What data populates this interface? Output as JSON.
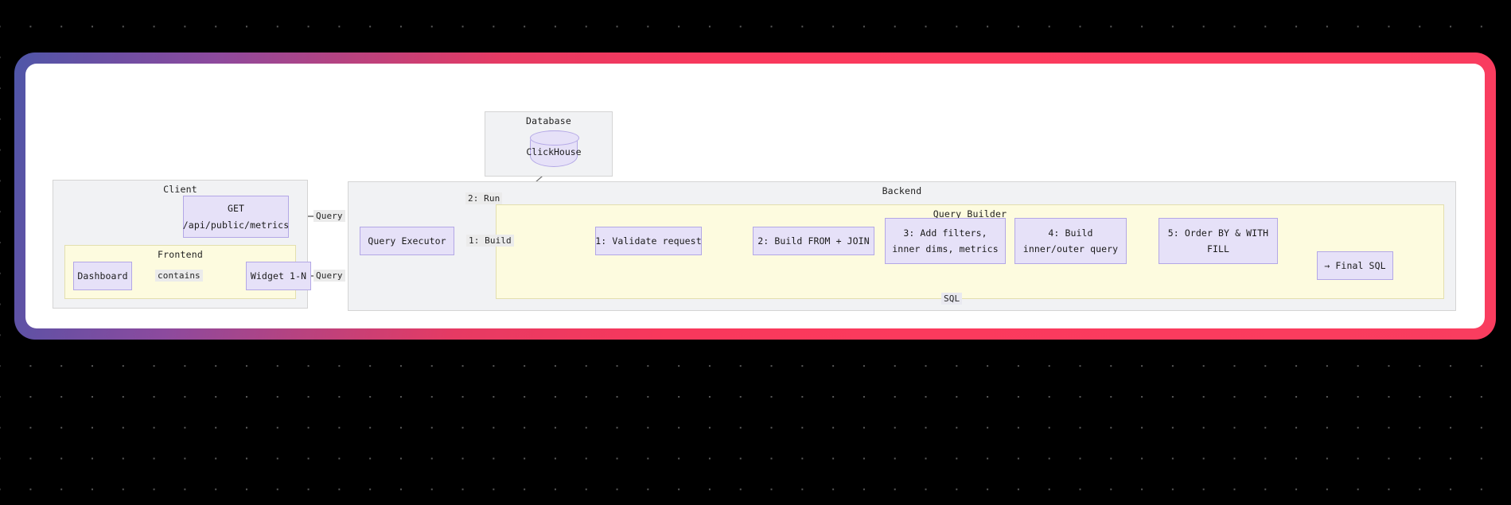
{
  "background": {
    "color": "#000000",
    "dot_color": "#5a5a5a"
  },
  "frame": {
    "gradient_start": "#4f56a8",
    "gradient_mid": "#b8427f",
    "gradient_end": "#f93d5f",
    "card_color": "#ffffff"
  },
  "diagram": {
    "type": "sequence-component-diagram",
    "node_fill": "#e6e1f8",
    "node_border": "#b3a7e6",
    "clusters": [
      {
        "id": "database",
        "label": "Database",
        "style": "grey"
      },
      {
        "id": "client",
        "label": "Client",
        "style": "grey"
      },
      {
        "id": "frontend",
        "label": "Frontend",
        "style": "yellow"
      },
      {
        "id": "backend",
        "label": "Backend",
        "style": "grey"
      },
      {
        "id": "query_builder",
        "label": "Query Builder",
        "style": "yellow"
      }
    ],
    "nodes": {
      "clickhouse": {
        "label": "ClickHouse",
        "shape": "cylinder",
        "cluster": "database"
      },
      "get_metrics": {
        "line1": "GET",
        "line2": "/api/public/metrics",
        "cluster": "client"
      },
      "dashboard": {
        "label": "Dashboard",
        "cluster": "frontend"
      },
      "widget": {
        "label": "Widget 1-N",
        "cluster": "frontend"
      },
      "query_executor": {
        "label": "Query Executor",
        "cluster": "backend"
      },
      "step1": {
        "label": "1: Validate request",
        "cluster": "query_builder"
      },
      "step2": {
        "label": "2: Build FROM + JOIN",
        "cluster": "query_builder"
      },
      "step3": {
        "line1": "3: Add filters,",
        "line2": "inner dims, metrics",
        "cluster": "query_builder"
      },
      "step4": {
        "line1": "4: Build",
        "line2": "inner/outer query",
        "cluster": "query_builder"
      },
      "step5": {
        "line1": "5: Order BY & WITH",
        "line2": "FILL",
        "cluster": "query_builder"
      },
      "final_sql": {
        "label": "→ Final SQL",
        "cluster": "query_builder"
      }
    },
    "edges": [
      {
        "id": "contains",
        "from": "dashboard",
        "to": "widget",
        "label": "contains"
      },
      {
        "id": "get-query",
        "from": "get_metrics",
        "to": "query_executor",
        "label": "Query"
      },
      {
        "id": "widget-query",
        "from": "widget",
        "to": "query_executor",
        "label": "Query"
      },
      {
        "id": "run",
        "from": "query_executor",
        "to": "clickhouse",
        "label": "2: Run"
      },
      {
        "id": "build",
        "from": "query_executor",
        "to": "step1",
        "label": "1: Build"
      },
      {
        "id": "s1-s2",
        "from": "step1",
        "to": "step2",
        "label": ""
      },
      {
        "id": "s2-s3",
        "from": "step2",
        "to": "step3",
        "label": ""
      },
      {
        "id": "s3-s4",
        "from": "step3",
        "to": "step4",
        "label": ""
      },
      {
        "id": "s4-s5",
        "from": "step4",
        "to": "step5",
        "label": ""
      },
      {
        "id": "s5-final",
        "from": "step5",
        "to": "final_sql",
        "label": ""
      },
      {
        "id": "sql-return",
        "from": "final_sql",
        "to": "query_executor",
        "label": "SQL"
      }
    ]
  }
}
